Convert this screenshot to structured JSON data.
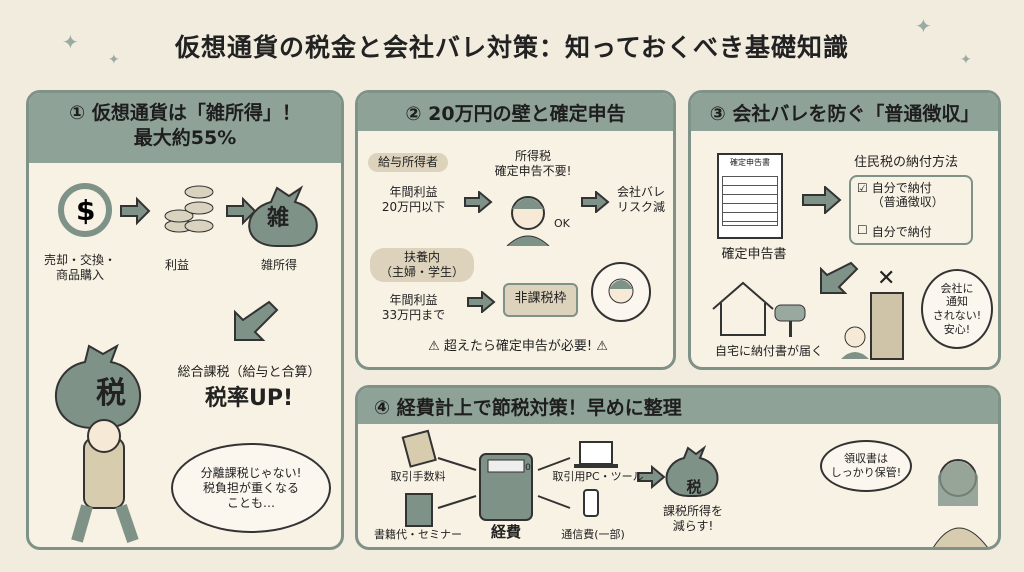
{
  "title": "仮想通貨の税金と会社バレ対策：知っておくべき基礎知識",
  "p1": {
    "title_l1": "① 仮想通貨は「雑所得」！",
    "title_l2": "最大約55%",
    "flow": [
      "売却・交換・\n商品購入",
      "利益",
      "雑所得"
    ],
    "bag1": "雑",
    "bag2": "税",
    "note": "総合課税（給与と合算）",
    "big": "税率UP!",
    "bubble": "分離課税じゃない!\n税負担が重くなる\nことも…",
    "dollar": "$"
  },
  "p2": {
    "title": "② 20万円の壁と確定申告",
    "tag1": "給与所得者",
    "cond1": "年間利益\n20万円以下",
    "res1": "所得税\n確定申告不要!",
    "ok": "OK",
    "res2": "会社バレ\nリスク減",
    "tag2": "扶養内\n（主婦・学生）",
    "cond2": "年間利益\n33万円まで",
    "box": "非課税枠",
    "warn": "超えたら確定申告が必要!"
  },
  "p3": {
    "title": "③ 会社バレを防ぐ「普通徴収」",
    "doc_head": "確定申告書",
    "doc_label": "確定申告書",
    "method_title": "住民税の納付方法",
    "opt1": "自分で納付\n（普通徴収）",
    "opt2": "自分で納付",
    "home": "自宅に納付書が届く",
    "bubble": "会社に\n通知\nされない!\n安心!",
    "x": "✕"
  },
  "p4": {
    "title": "④ 経費計上で節税対策！早めに整理",
    "items": [
      "取引手数料",
      "書籍代・セミナー",
      "取引用PC・ツール",
      "通信費(一部)"
    ],
    "center": "経費",
    "bag": "税",
    "result": "課税所得を\n減らす!",
    "bubble": "領収書は\nしっかり保管!",
    "calc": "0"
  }
}
